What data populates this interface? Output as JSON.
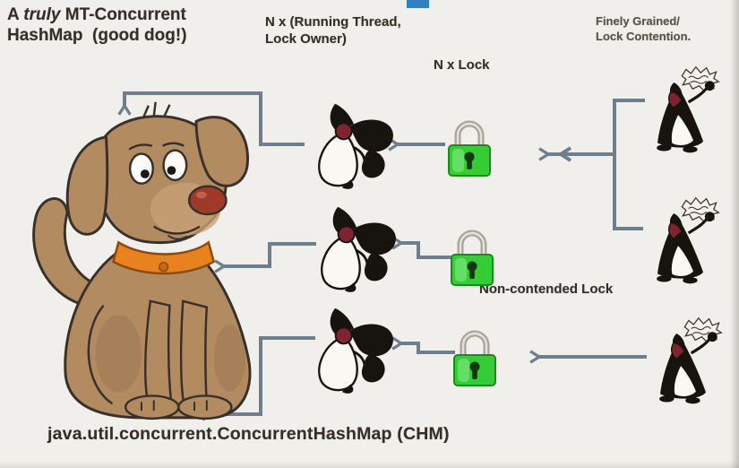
{
  "colors": {
    "background": "#f1efeb",
    "text_dark": "#332e29",
    "text_soft": "#55504a",
    "arrow": "#6e7e8d",
    "lock_green": "#35cc35",
    "lock_green_dark": "#1a8c1a",
    "lock_shackle": "#a9a49c",
    "lock_keyhole": "#123812",
    "duke_black": "#17130f",
    "duke_nose": "#7e2430",
    "duke_white": "#faf8f3",
    "bubble_fill": "#f4f1ea",
    "dog_body": "#b38b61",
    "dog_muzzle": "#c7a176",
    "dog_shade": "#6b4e33",
    "dog_outline": "#38302a",
    "dog_nose": "#a03a28",
    "dog_collar": "#e8821e",
    "title_fragment_blue": "#2f7fc1"
  },
  "title": {
    "pre": "A ",
    "italic": "truly",
    "post": " MT-Concurrent",
    "line2": "HashMap  (good dog!)"
  },
  "annotations": {
    "threads": {
      "line1": "N x (Running Thread,",
      "line2": "Lock Owner)"
    },
    "locks": "N x Lock",
    "contention": {
      "line1": "Finely Grained/",
      "line2": "Lock Contention."
    },
    "noncontended": "Non-contended Lock",
    "bottom": "java.util.concurrent.ConcurrentHashMap (CHM)"
  },
  "icons": {
    "dog": "good-dog (ConcurrentHashMap mascot)",
    "running_duke": "java-duke running thread / lock owner",
    "contending_duke": "java-duke grumbling (lock contention)",
    "padlock": "green padlock (lock)",
    "scribble_bubble": "angry scribble speech bubble"
  },
  "diagram": {
    "running_thread_rows": 3,
    "lock_count": 3,
    "contending_threads": 3,
    "contended_lock_row": 1,
    "noncontended_lock_rows": [
      2,
      3
    ]
  }
}
